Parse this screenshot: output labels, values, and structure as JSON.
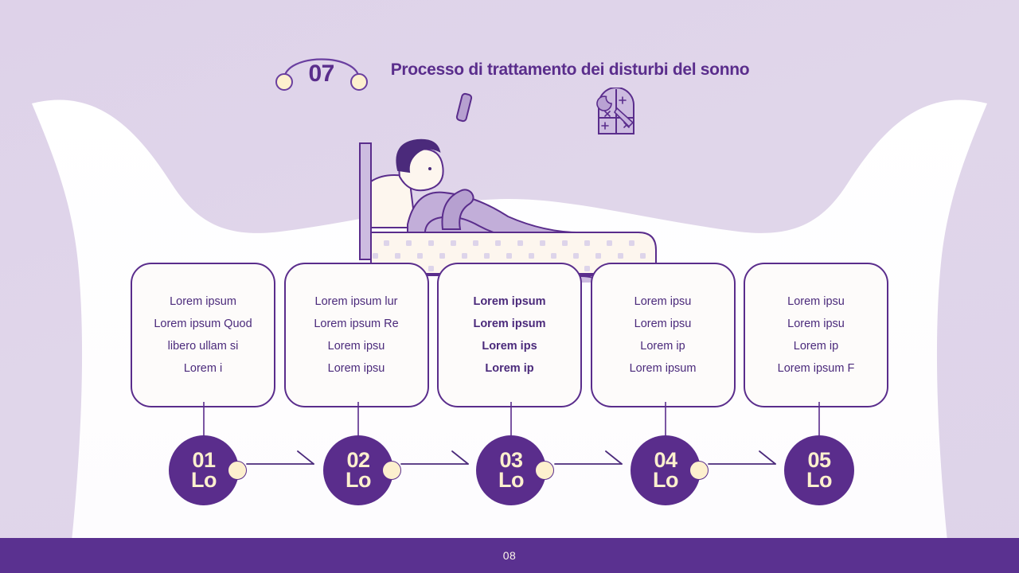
{
  "slide": {
    "background_color": "#ded2e9",
    "canvas_color": "#ffffff",
    "accent_purple": "#5a2d8c",
    "accent_cream": "#fdf0ce",
    "footer_color": "#5a3190"
  },
  "header": {
    "badge_number": "07",
    "title": "Processo di trattamento dei disturbi del sonno"
  },
  "illustration": {
    "name": "person-in-bed-with-phone",
    "window_icon": "night-window-icon",
    "moon_icon": "crescent-moon-icon",
    "shooting_star_icon": "shooting-star-icon"
  },
  "cards": [
    {
      "id": "card-01",
      "highlighted": false,
      "lines": [
        "Lorem ipsum",
        "Lorem ipsum Quod",
        "libero ullam si",
        "Lorem i"
      ]
    },
    {
      "id": "card-02",
      "highlighted": false,
      "lines": [
        "Lorem ipsum lur",
        "Lorem ipsum Re",
        "Lorem ipsu",
        "Lorem ipsu"
      ]
    },
    {
      "id": "card-03",
      "highlighted": true,
      "lines": [
        "Lorem ipsum",
        "Lorem ipsum",
        "Lorem ips",
        "Lorem ip"
      ]
    },
    {
      "id": "card-04",
      "highlighted": false,
      "lines": [
        "Lorem ipsu",
        "Lorem ipsu",
        "Lorem ip",
        "Lorem ipsum"
      ]
    },
    {
      "id": "card-05",
      "highlighted": false,
      "lines": [
        "Lorem ipsu",
        "Lorem ipsu",
        "Lorem ip",
        "Lorem ipsum F"
      ]
    }
  ],
  "steps": [
    {
      "number": "01",
      "sub": "Lo"
    },
    {
      "number": "02",
      "sub": "Lo"
    },
    {
      "number": "03",
      "sub": "Lo"
    },
    {
      "number": "04",
      "sub": "Lo"
    },
    {
      "number": "05",
      "sub": "Lo"
    }
  ],
  "footer": {
    "page_number": "08"
  }
}
